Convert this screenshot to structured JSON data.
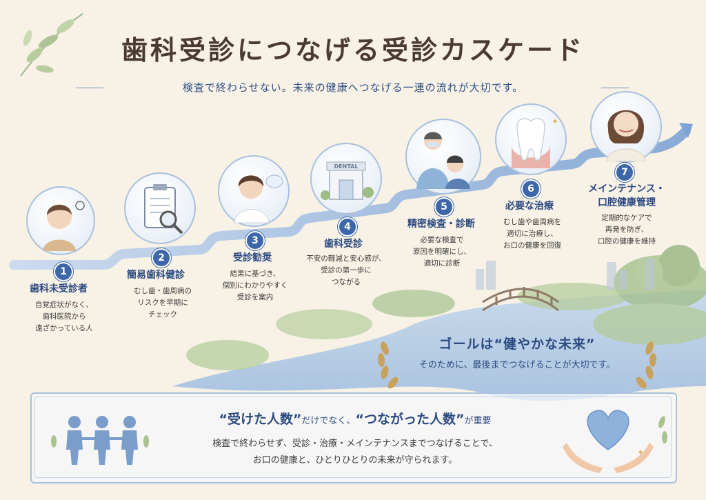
{
  "title": "歯科受診につなげる受診カスケード",
  "subtitle": "検査で終わらせない。未来の健康へつなげる一連の流れが大切です。",
  "steps": [
    {
      "num": "1",
      "title": "歯科未受診者",
      "desc": "自覚症状がなく、\n歯科医院から\n遠ざかっている人",
      "icon": "worried-person-icon"
    },
    {
      "num": "2",
      "title": "簡易歯科健診",
      "desc": "むし歯・歯周病の\nリスクを早期に\nチェック",
      "icon": "clipboard-magnifier-icon"
    },
    {
      "num": "3",
      "title": "受診勧奨",
      "desc": "結果に基づき、\n個別にわかりやすく\n受診を案内",
      "icon": "advisor-speech-icon"
    },
    {
      "num": "4",
      "title": "歯科受診",
      "desc": "不安の軽減と安心感が、\n受診の第一歩に\nつながる",
      "icon": "dental-clinic-icon",
      "sign": "DENTAL"
    },
    {
      "num": "5",
      "title": "精密検査・診断",
      "desc": "必要な検査で\n原因を明確にし、\n適切に診断",
      "icon": "dentist-examining-icon"
    },
    {
      "num": "6",
      "title": "必要な治療",
      "desc": "むし歯や歯周病を\n適切に治療し、\nお口の健康を回復",
      "icon": "tooth-icon"
    },
    {
      "num": "7",
      "title": "メインテナンス・\n口腔健康管理",
      "desc": "定期的なケアで\n再発を防ぎ、\n口腔の健康を維持",
      "icon": "smiling-woman-icon"
    }
  ],
  "goal": {
    "title": "ゴールは“健やかな未来”",
    "subtitle": "そのために、最後までつなげることが大切です。"
  },
  "bottom": {
    "heading_part1": "“受けた人数”",
    "heading_part2": "だけでなく、",
    "heading_part3": "“つながった人数”",
    "heading_part4": "が重要",
    "line1": "検査で終わらせず、受診・治療・メインテナンスまでつなげることで、",
    "line2": "お口の健康と、ひとりひとりの未来が守られます。"
  },
  "colors": {
    "accent": "#3d67a8",
    "title": "#4a3a32",
    "ribbon": "#9fbbe0",
    "background": "#f7f1e6"
  }
}
